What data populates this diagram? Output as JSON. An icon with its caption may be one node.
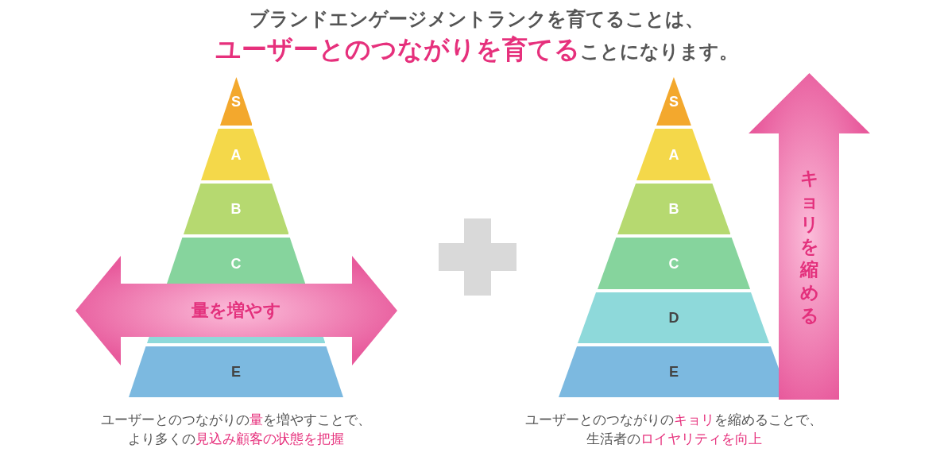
{
  "diagram": {
    "title": "ブランドエンゲージメントランクを育てることは、",
    "nodes": [
      {
        "text": [
          "S"
        ]
      },
      {
        "text": [
          "A"
        ]
      },
      {
        "text": [
          "B"
        ]
      },
      {
        "text": [
          "C"
        ]
      },
      {
        "text": [],
        "shape": "box"
      },
      {
        "text": [
          "E"
        ]
      },
      {
        "text": [
          "量を増やす"
        ]
      },
      {
        "text": [
          "S"
        ]
      },
      {
        "text": [
          "A"
        ]
      },
      {
        "text": [
          "B"
        ]
      },
      {
        "text": [
          "C"
        ]
      },
      {
        "text": [
          "D"
        ]
      },
      {
        "text": [
          "E"
        ]
      },
      {
        "text": [
          "キョリを縮める"
        ]
      }
    ],
    "labels": [
      "**ユーザーとのつながりを育てる**ことになります。",
      "ユーザーとのつながりの**量**を増やすことで、",
      "より多くの**見込み顧客の状態を把握**",
      "ユーザーとのつながりの**キョリ**を縮めることで、",
      "生活者の**ロイヤリティを向上**"
    ]
  }
}
